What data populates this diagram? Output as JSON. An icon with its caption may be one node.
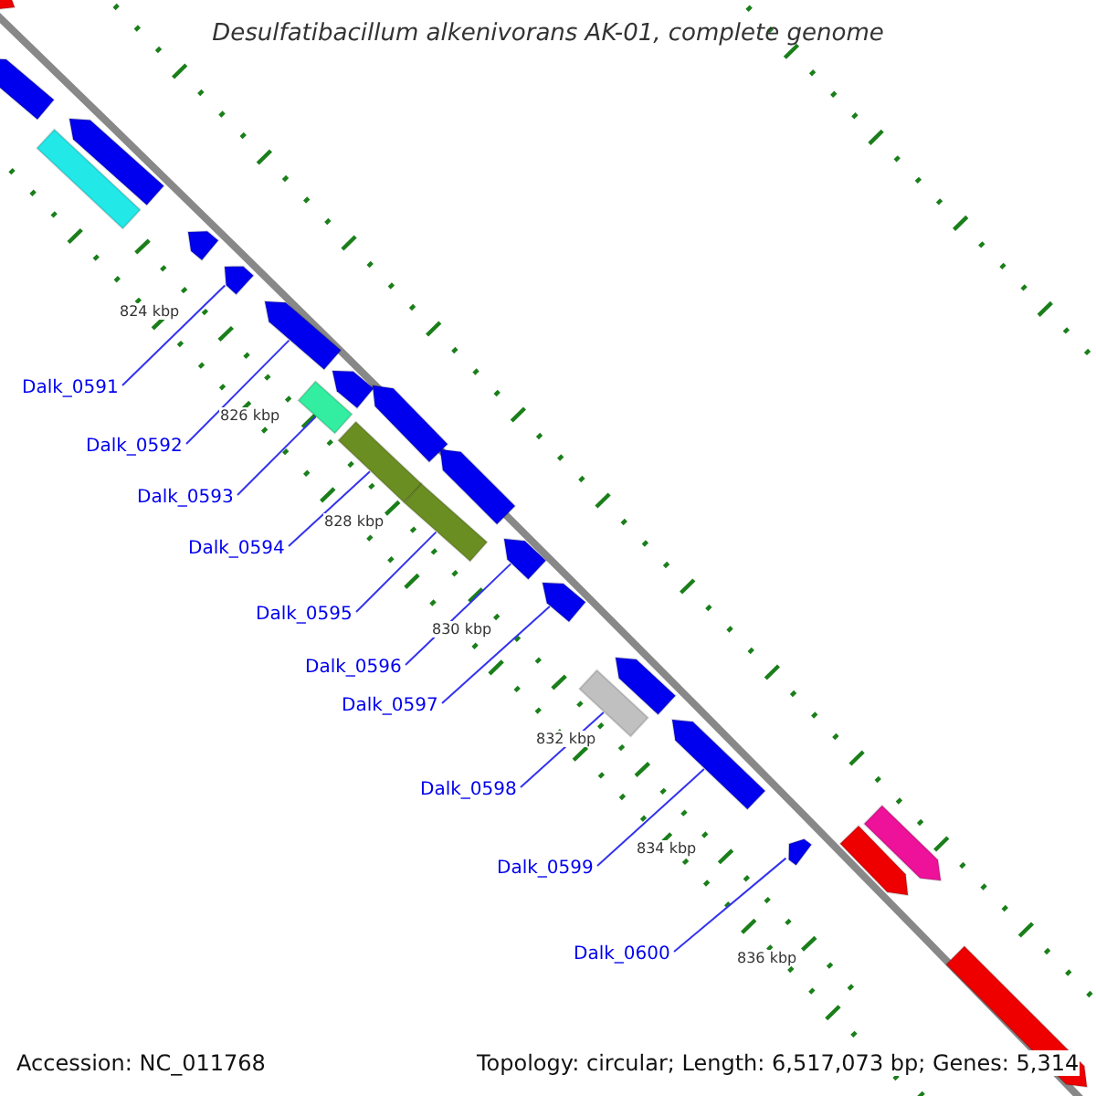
{
  "diagram": {
    "title": "Desulfatibacillum alkenivorans AK-01, complete genome",
    "nodes": [
      {
        "text": [
          "Dalk_0591"
        ]
      },
      {
        "text": [
          "Dalk_0592"
        ]
      },
      {
        "text": [
          "Dalk_0593"
        ]
      },
      {
        "text": [
          "Dalk_0594"
        ]
      },
      {
        "text": [
          "Dalk_0595"
        ]
      },
      {
        "text": [
          "Dalk_0596"
        ]
      },
      {
        "text": [
          "Dalk_0597"
        ]
      },
      {
        "text": [
          "Dalk_0598"
        ]
      },
      {
        "text": [
          "Dalk_0599"
        ]
      },
      {
        "text": [
          "Dalk_0600"
        ]
      },
      {
        "text": [],
        "shape": "arrow"
      },
      {
        "text": [],
        "shape": "arrow"
      },
      {
        "text": [],
        "shape": "arrow"
      },
      {
        "text": [],
        "shape": "bar"
      },
      {
        "text": [],
        "shape": "arrow"
      },
      {
        "text": [],
        "shape": "arrow"
      },
      {
        "text": [],
        "shape": "arrow"
      },
      {
        "text": [],
        "shape": "arrow"
      },
      {
        "text": [],
        "shape": "bar"
      },
      {
        "text": [],
        "shape": "arrow"
      },
      {
        "text": [],
        "shape": "bar"
      },
      {
        "text": [],
        "shape": "bar"
      },
      {
        "text": [],
        "shape": "arrow"
      },
      {
        "text": [],
        "shape": "arrow"
      },
      {
        "text": [],
        "shape": "arrow"
      },
      {
        "text": [],
        "shape": "bar"
      },
      {
        "text": [],
        "shape": "arrow"
      },
      {
        "text": [],
        "shape": "arrow"
      },
      {
        "text": [],
        "shape": "arrow"
      },
      {
        "text": [],
        "shape": "arrow"
      },
      {
        "text": [],
        "shape": "arrow"
      },
      {
        "text": [],
        "shape": "arrow"
      }
    ],
    "edges": [
      {
        "from": 0,
        "to": 15,
        "arrow": "none"
      },
      {
        "from": 1,
        "to": 16,
        "arrow": "none"
      },
      {
        "from": 2,
        "to": 18,
        "arrow": "none"
      },
      {
        "from": 3,
        "to": 20,
        "arrow": "none"
      },
      {
        "from": 4,
        "to": 21,
        "arrow": "none"
      },
      {
        "from": 5,
        "to": 23,
        "arrow": "none"
      },
      {
        "from": 6,
        "to": 24,
        "arrow": "none"
      },
      {
        "from": 7,
        "to": 25,
        "arrow": "none"
      },
      {
        "from": 8,
        "to": 27,
        "arrow": "none"
      },
      {
        "from": 9,
        "to": 28,
        "arrow": "none"
      }
    ],
    "labels": [
      "824 kbp",
      "826 kbp",
      "828 kbp",
      "830 kbp",
      "832 kbp",
      "834 kbp",
      "836 kbp",
      "Accession: NC_011768",
      "Topology: circular; Length: 6,517,073 bp; Genes: 5,314"
    ]
  }
}
